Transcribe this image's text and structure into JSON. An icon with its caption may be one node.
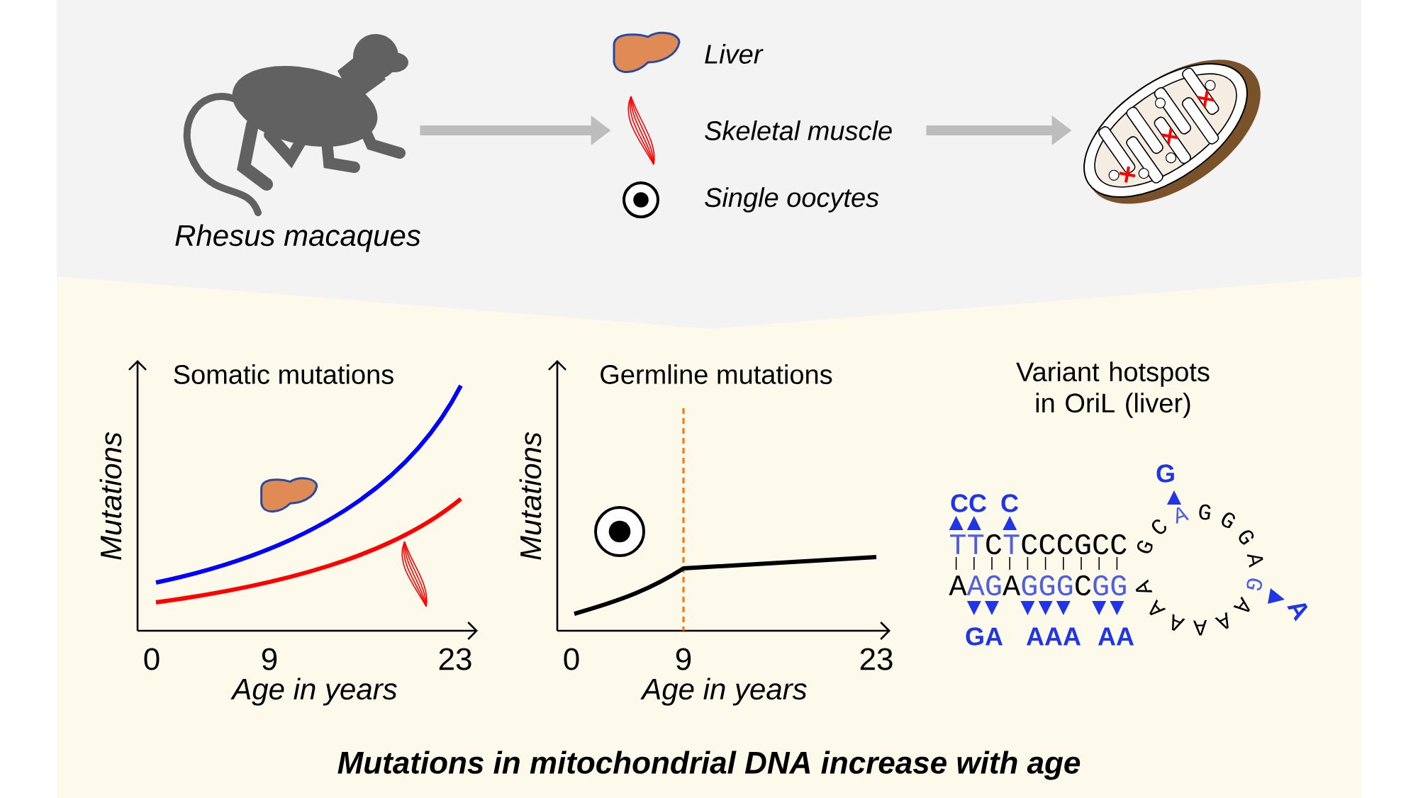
{
  "diagram": {
    "caption": "Mutations in mitochondrial DNA increase with age",
    "nodes": [
      {
        "text": [
          "Rhesus macaques"
        ]
      },
      {
        "text": [
          "Liver",
          "Skeletal muscle",
          "Single oocytes"
        ]
      },
      {
        "text": [],
        "shape": "picture"
      }
    ],
    "edges": [
      {
        "from": 0,
        "to": 1,
        "arrow": "to"
      },
      {
        "from": 1,
        "to": 2,
        "arrow": "to"
      }
    ],
    "labels": [
      "Somatic mutations",
      "Germline mutations",
      "Variant hotspots in OriL (liver)",
      "Mutations",
      "Mutations",
      "CC",
      "C",
      "G",
      "TT",
      "C",
      "T",
      "CCCGCC",
      "G",
      "C",
      "A",
      "G",
      "G",
      "G",
      "A",
      "A",
      "AG",
      "A",
      "GGG",
      "C",
      "GG",
      "GA",
      "AAA",
      "AA",
      "A",
      "A",
      "A",
      "A",
      "A",
      "A",
      "G",
      "A",
      "0",
      "9",
      "23",
      "0",
      "9",
      "23",
      "Age in years",
      "Age in years"
    ]
  }
}
